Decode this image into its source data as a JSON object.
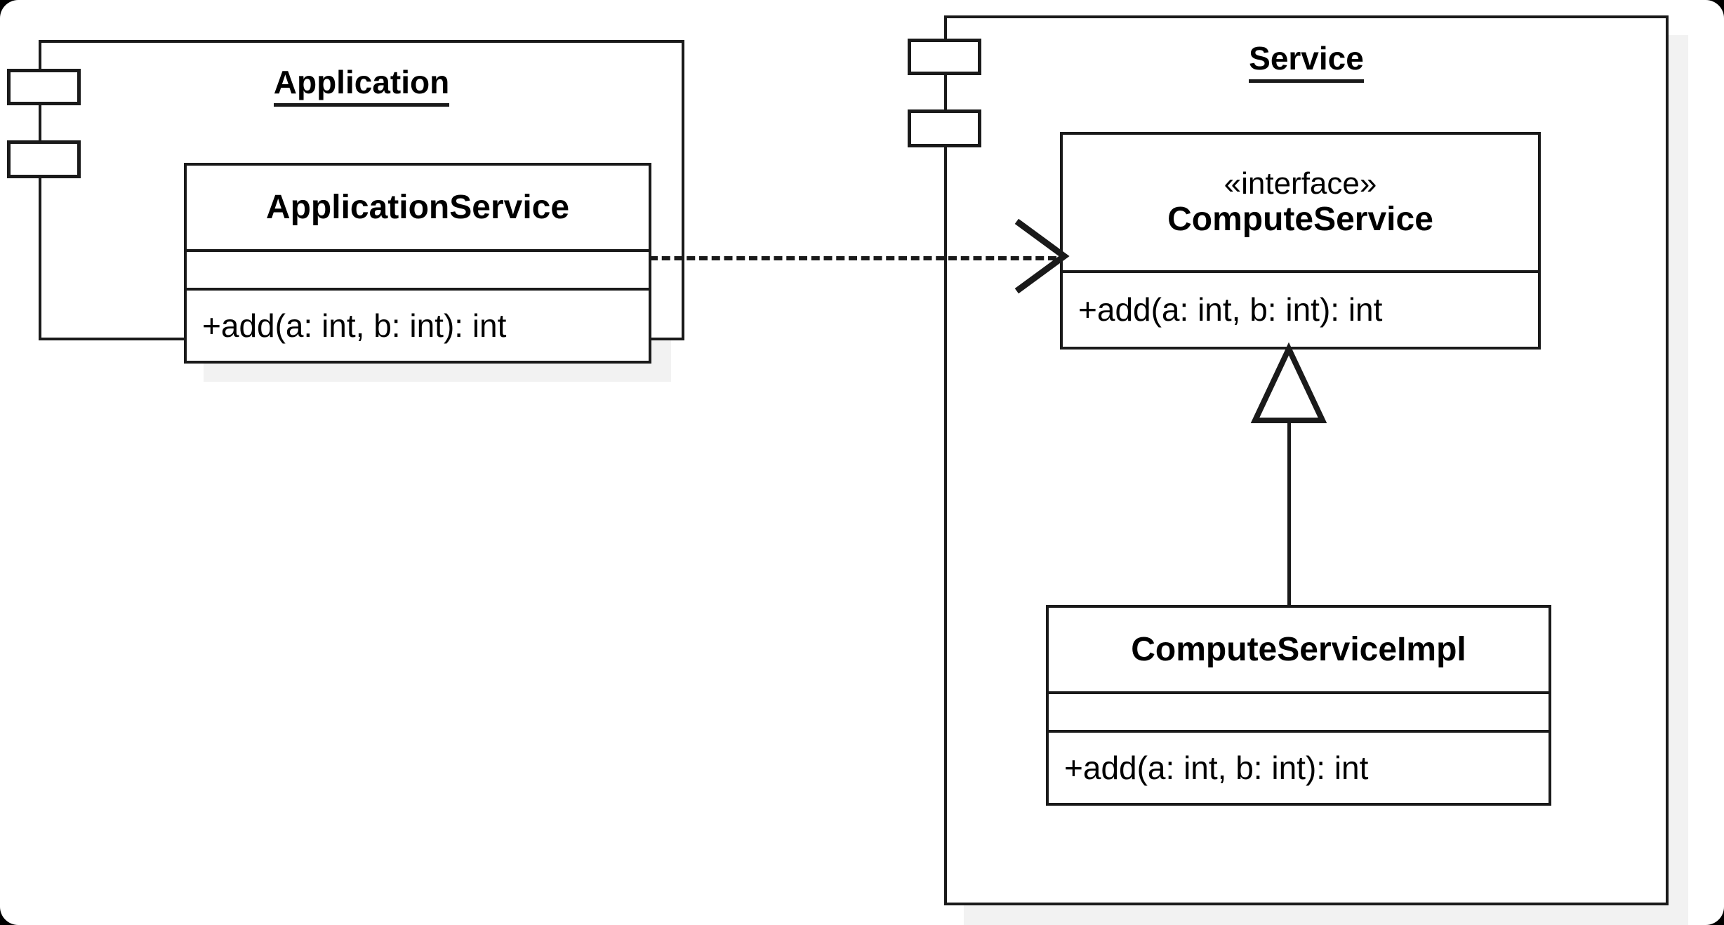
{
  "diagram": {
    "type": "uml-component-diagram",
    "background": "#ffffff",
    "line_color": "#1a1a1a",
    "shadow_color": "#f2f2f2"
  },
  "components": [
    {
      "id": "application",
      "title": "Application",
      "icon": "component-icon",
      "classes": [
        {
          "id": "application-service",
          "stereotype": "",
          "name": "ApplicationService",
          "attributes": [],
          "operations": [
            "+add(a: int, b: int): int"
          ]
        }
      ]
    },
    {
      "id": "service",
      "title": "Service",
      "icon": "component-icon",
      "classes": [
        {
          "id": "compute-service",
          "stereotype": "«interface»",
          "name": "ComputeService",
          "attributes": [],
          "operations": [
            "+add(a: int, b: int): int"
          ]
        },
        {
          "id": "compute-service-impl",
          "stereotype": "",
          "name": "ComputeServiceImpl",
          "attributes": [],
          "operations": [
            "+add(a: int, b: int): int"
          ]
        }
      ]
    }
  ],
  "relationships": [
    {
      "id": "dependency-app-to-compute",
      "kind": "dependency",
      "line_style": "dashed",
      "arrowhead": "open-arrow",
      "source": "ApplicationService",
      "target": "ComputeService"
    },
    {
      "id": "realization-impl-to-compute",
      "kind": "generalization",
      "line_style": "solid",
      "arrowhead": "hollow-triangle",
      "source": "ComputeServiceImpl",
      "target": "ComputeService"
    }
  ]
}
